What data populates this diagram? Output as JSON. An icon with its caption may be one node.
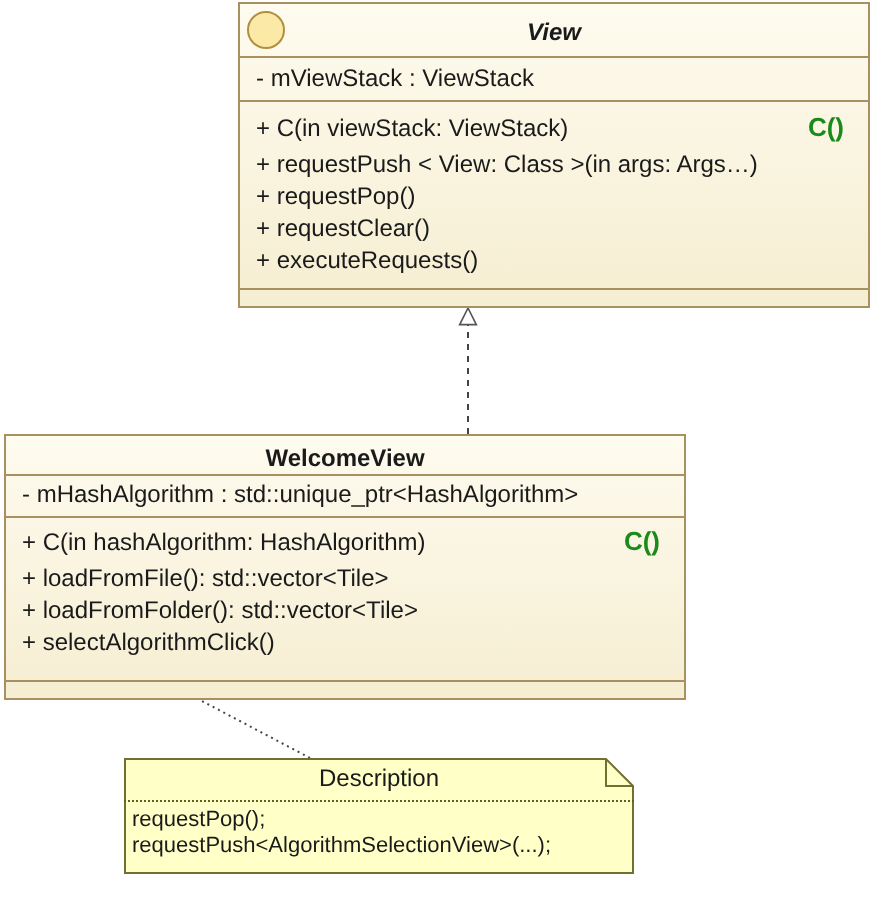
{
  "diagram": {
    "nodes": [
      {
        "text": [
          "View",
          "- mViewStack : ViewStack",
          "+ C(in viewStack: ViewStack)",
          "C()",
          "+ requestPush < View: Class >(in args: Args…)",
          "+ requestPop()",
          "+ requestClear()",
          "+ executeRequests()"
        ]
      },
      {
        "text": [
          "WelcomeView",
          "- mHashAlgorithm : std::unique_ptr<HashAlgorithm>",
          "+ C(in hashAlgorithm: HashAlgorithm)",
          "C()",
          "+ loadFromFile(): std::vector<Tile>",
          "+ loadFromFolder(): std::vector<Tile>",
          "+ selectAlgorithmClick()"
        ]
      },
      {
        "text": [
          "Description",
          "requestPop();",
          "requestPush<AlgorithmSelectionView>(...);"
        ]
      }
    ],
    "edges": [
      {
        "from": 1,
        "to": 0,
        "arrow": "to",
        "style": "dashed"
      },
      {
        "from": 2,
        "to": 1,
        "arrow": "none",
        "style": "dashed"
      }
    ]
  }
}
